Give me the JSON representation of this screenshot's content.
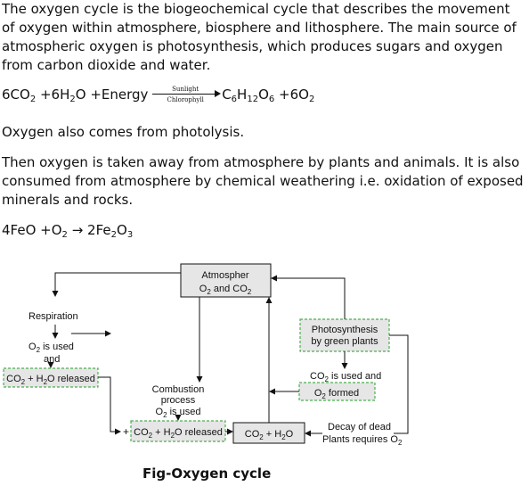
{
  "text": {
    "paragraph1": "The oxygen cycle is the biogeochemical cycle that describes the movement of oxygen within atmosphere, biosphere and lithosphere. The main source of atmospheric oxygen is photosynthesis, which produces sugars and oxygen from carbon dioxide and water.",
    "equation1": {
      "lhs": [
        "6CO",
        "2",
        " +6H",
        "2",
        "O +Energy "
      ],
      "above_arrow": "Sunlight",
      "below_arrow": "Chlorophyll",
      "rhs": [
        "C",
        "6",
        "H",
        "12",
        "O",
        "6",
        " +6O",
        "2"
      ]
    },
    "paragraph2": "Oxygen also comes from photolysis.",
    "paragraph3": "Then oxygen is taken away from atmosphere by plants and animals. It is also consumed from atmosphere by chemical weathering i.e. oxidation of exposed minerals and rocks.",
    "equation2": {
      "lhs": [
        "4FeO +O",
        "2",
        " "
      ],
      "arrow": "→",
      "rhs": [
        " 2Fe",
        "2",
        "O",
        "3"
      ]
    }
  },
  "diagram": {
    "atmosphere": {
      "line1": "Atmospher",
      "line2_a": "O",
      "line2_sub": "2",
      "line2_b": " and CO",
      "line2_sub2": "2"
    },
    "respiration": "Respiration",
    "o2_used_line1_a": "O",
    "o2_used_line1_sub": "2",
    "o2_used_line1_b": " is used",
    "o2_used_line2": "and",
    "left_released": {
      "a": "CO",
      "sub": "2",
      "b": " + H",
      "sub2": "2",
      "c": "O released"
    },
    "photosynthesis_line1": "Photosynthesis",
    "photosynthesis_line2": "by green plants",
    "co2_used_a": "CO",
    "co2_used_sub": "2",
    "co2_used_b": " is used and",
    "o2_formed_a": "O",
    "o2_formed_sub": "2",
    "o2_formed_b": " formed",
    "combustion_line1": "Combustion",
    "combustion_line2": "process",
    "combustion_line3_a": "O",
    "combustion_line3_sub": "2",
    "combustion_line3_b": " is used",
    "plus_sign": "+",
    "mid_released": {
      "a": "CO",
      "sub": "2",
      "b": " + H",
      "sub2": "2",
      "c": "O released"
    },
    "co2_h2o": {
      "a": "CO",
      "sub": "2",
      "b": " + H",
      "sub2": "2",
      "c": "O"
    },
    "decay_line1": "Decay of dead",
    "decay_line2_a": "Plants requires O",
    "decay_line2_sub": "2"
  },
  "caption": "Fig-Oxygen cycle",
  "colors": {
    "box_fill": "#e6e6e6",
    "dashed_border": "#4caf50",
    "text": "#111111"
  }
}
